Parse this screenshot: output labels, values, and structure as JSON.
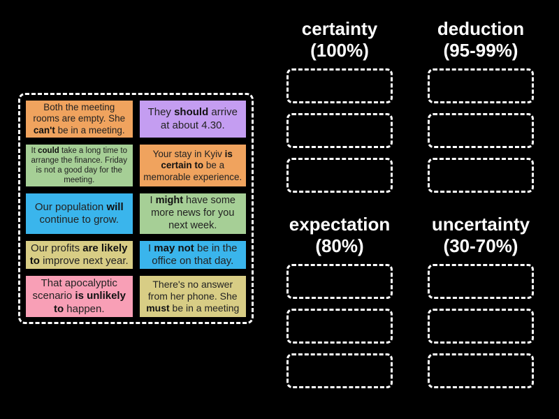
{
  "colors": {
    "background": "#000000",
    "outline": "#ffffff",
    "header_text": "#ffffff",
    "card_border": "#000000",
    "card_text": "#222222",
    "card_orange": "#f0a35e",
    "card_purple": "#c49df1",
    "card_green": "#a6cf96",
    "card_blue": "#3ab5ec",
    "card_khaki": "#d8cd85",
    "card_pink": "#f89fb6"
  },
  "source_panel": {
    "cards": [
      {
        "color": "#f0a35e",
        "segments": [
          {
            "t": "Both the meeting rooms are empty. She ",
            "b": false
          },
          {
            "t": "can't",
            "b": true
          },
          {
            "t": " be in a meeting.",
            "b": false
          }
        ]
      },
      {
        "color": "#c49df1",
        "segments": [
          {
            "t": "They ",
            "b": false
          },
          {
            "t": "should",
            "b": true
          },
          {
            "t": " arrive at about 4.30.",
            "b": false
          }
        ]
      },
      {
        "color": "#a6cf96",
        "segments": [
          {
            "t": "It ",
            "b": false
          },
          {
            "t": "could",
            "b": true
          },
          {
            "t": " take a long time to arrange the finance. Friday is not a good day for the meeting.",
            "b": false
          }
        ]
      },
      {
        "color": "#f0a35e",
        "segments": [
          {
            "t": "Your stay in Kyiv ",
            "b": false
          },
          {
            "t": "is certain to",
            "b": true
          },
          {
            "t": " be a memorable experience.",
            "b": false
          }
        ]
      },
      {
        "color": "#3ab5ec",
        "segments": [
          {
            "t": "Our population ",
            "b": false
          },
          {
            "t": "will",
            "b": true
          },
          {
            "t": " continue to grow.",
            "b": false
          }
        ]
      },
      {
        "color": "#a6cf96",
        "segments": [
          {
            "t": "I ",
            "b": false
          },
          {
            "t": "might",
            "b": true
          },
          {
            "t": " have some more news for you next week.",
            "b": false
          }
        ]
      },
      {
        "color": "#d8cd85",
        "segments": [
          {
            "t": "Our profits ",
            "b": false
          },
          {
            "t": "are likely to",
            "b": true
          },
          {
            "t": " improve next year.",
            "b": false
          }
        ]
      },
      {
        "color": "#3ab5ec",
        "segments": [
          {
            "t": "I ",
            "b": false
          },
          {
            "t": "may not",
            "b": true
          },
          {
            "t": " be in the office on that day.",
            "b": false
          }
        ]
      },
      {
        "color": "#f89fb6",
        "segments": [
          {
            "t": "That apocalyptic scenario ",
            "b": false
          },
          {
            "t": "is unlikely to",
            "b": true
          },
          {
            "t": " happen.",
            "b": false
          }
        ]
      },
      {
        "color": "#d8cd85",
        "segments": [
          {
            "t": "There's no answer from her phone. She ",
            "b": false
          },
          {
            "t": "must",
            "b": true
          },
          {
            "t": " be in a meeting",
            "b": false
          }
        ]
      }
    ]
  },
  "groups": [
    {
      "name": "certainty",
      "range": "(100%)",
      "empty_slots": 3
    },
    {
      "name": "deduction",
      "range": "(95-99%)",
      "empty_slots": 3
    },
    {
      "name": "expectation",
      "range": "(80%)",
      "empty_slots": 3
    },
    {
      "name": "uncertainty",
      "range": "(30-70%)",
      "empty_slots": 3
    }
  ]
}
